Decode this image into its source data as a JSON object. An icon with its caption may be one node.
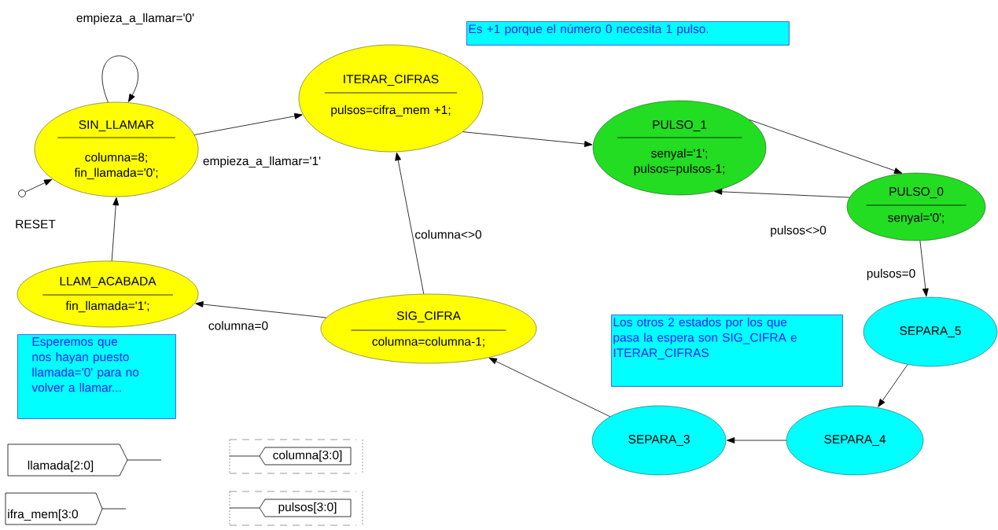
{
  "diagram": {
    "nodes": [
      {
        "text": [
          "SIN_LLAMAR",
          "columna=8; fin_llamada='0';"
        ]
      },
      {
        "text": [
          "ITERAR_CIFRAS",
          "pulsos=cifra_mem +1;"
        ]
      },
      {
        "text": [
          "PULSO_1",
          "senyal='1'; pulsos=pulsos-1;"
        ]
      },
      {
        "text": [
          "PULSO_0",
          "senyal='0';"
        ]
      },
      {
        "text": [
          "LLAM_ACABADA",
          "fin_llamada='1';"
        ]
      },
      {
        "text": [
          "SIG_CIFRA",
          "columna=columna-1;"
        ]
      },
      {
        "text": [
          "SEPARA_5"
        ]
      },
      {
        "text": [
          "SEPARA_4"
        ]
      },
      {
        "text": [
          "SEPARA_3"
        ]
      },
      {
        "text": [],
        "shape": "circle",
        "beside": [
          "RESET"
        ]
      },
      {
        "text": [
          "Es +1 porque el número 0 necesita 1 pulso."
        ]
      },
      {
        "text": [
          "Esperemos que nos hayan puesto llamada='0' para no volver a llamar..."
        ]
      },
      {
        "text": [
          "Los otros 2 estados por los que pasa la espera son SIG_CIFRA e ITERAR_CIFRAS"
        ]
      },
      {
        "text": [
          "llamada[2:0]"
        ]
      },
      {
        "text": [
          "ifra_mem[3:0"
        ]
      },
      {
        "text": [
          "columna[3:0]"
        ]
      },
      {
        "text": [
          "pulsos[3:0]"
        ]
      }
    ],
    "edges": [
      {
        "from": 0,
        "to": 0,
        "arrow": "to",
        "label": "empieza_a_llamar='0'"
      },
      {
        "from": 0,
        "to": 1,
        "arrow": "to",
        "label": "empieza_a_llamar='1'"
      },
      {
        "from": 1,
        "to": 2,
        "arrow": "to"
      },
      {
        "from": 2,
        "to": 3,
        "arrow": "to"
      },
      {
        "from": 3,
        "to": 2,
        "arrow": "to",
        "label": "pulsos<>0"
      },
      {
        "from": 3,
        "to": 6,
        "arrow": "to",
        "label": "pulsos=0"
      },
      {
        "from": 6,
        "to": 7,
        "arrow": "to"
      },
      {
        "from": 7,
        "to": 8,
        "arrow": "to"
      },
      {
        "from": 8,
        "to": 5,
        "arrow": "to"
      },
      {
        "from": 5,
        "to": 1,
        "arrow": "to",
        "label": "columna<>0"
      },
      {
        "from": 5,
        "to": 4,
        "arrow": "to",
        "label": "columna=0"
      },
      {
        "from": 4,
        "to": 0,
        "arrow": "to"
      },
      {
        "from": 9,
        "to": 0,
        "arrow": "to"
      }
    ]
  }
}
